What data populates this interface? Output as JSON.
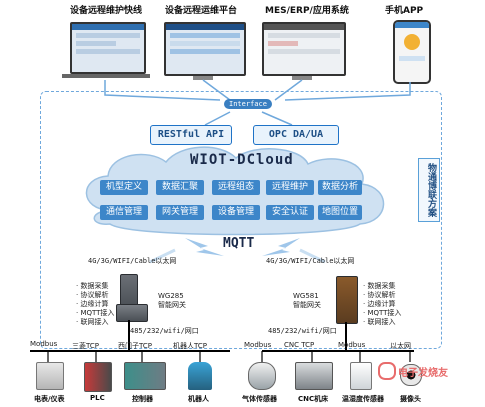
{
  "top": {
    "items": [
      {
        "label": "设备远程维护快线"
      },
      {
        "label": "设备远程运维平台"
      },
      {
        "label": "MES/ERP/应用系统"
      },
      {
        "label": "手机APP"
      }
    ]
  },
  "interface_label": "Interface",
  "api": {
    "restful": "RESTful API",
    "opc": "OPC DA/UA"
  },
  "cloud": {
    "title": "WIOT-DCloud",
    "row1": [
      "机型定义",
      "数据汇聚",
      "远程组态",
      "远程维护",
      "数据分析"
    ],
    "row2": [
      "通信管理",
      "网关管理",
      "设备管理",
      "安全认证",
      "地图位置"
    ]
  },
  "side_box": "物通博联方案",
  "mqtt": "MQTT",
  "left_gw": {
    "net": "4G/3G/WIFI/Cable以太网",
    "features": [
      "· 数据采集",
      "· 协议解析",
      "· 边缘计算",
      "· MQTT接入",
      "· 联网接入"
    ],
    "name": [
      "WG285",
      "智能网关"
    ],
    "bus": "485/232/wifi/网口"
  },
  "right_gw": {
    "net": "4G/3G/WIFI/Cable以太网",
    "features": [
      "· 数据采集",
      "· 协议解析",
      "· 边缘计算",
      "· MQTT接入",
      "· 联网接入"
    ],
    "name": [
      "WG581",
      "智能网关"
    ],
    "bus": "485/232/wifi/网口"
  },
  "bus_labels": {
    "modbus_left": "Modbus",
    "mitsubishi": "三菱TCP",
    "siemens": "西门子TCP",
    "robot_tcp": "机器人TCP",
    "modbus_right": "Modbus",
    "cnc_tcp": "CNC TCP",
    "modbus_right2": "Modbus",
    "ethernet": "以太网"
  },
  "devices": [
    "电表/仪表",
    "PLC",
    "控制器",
    "机器人",
    "气体传感器",
    "CNC机床",
    "温湿度传感器",
    "摄像头"
  ],
  "watermark": "电子发烧友",
  "colors": {
    "accent": "#3d86c9",
    "frame": "#6fa8dc",
    "cloud": "#cfe1f2"
  }
}
